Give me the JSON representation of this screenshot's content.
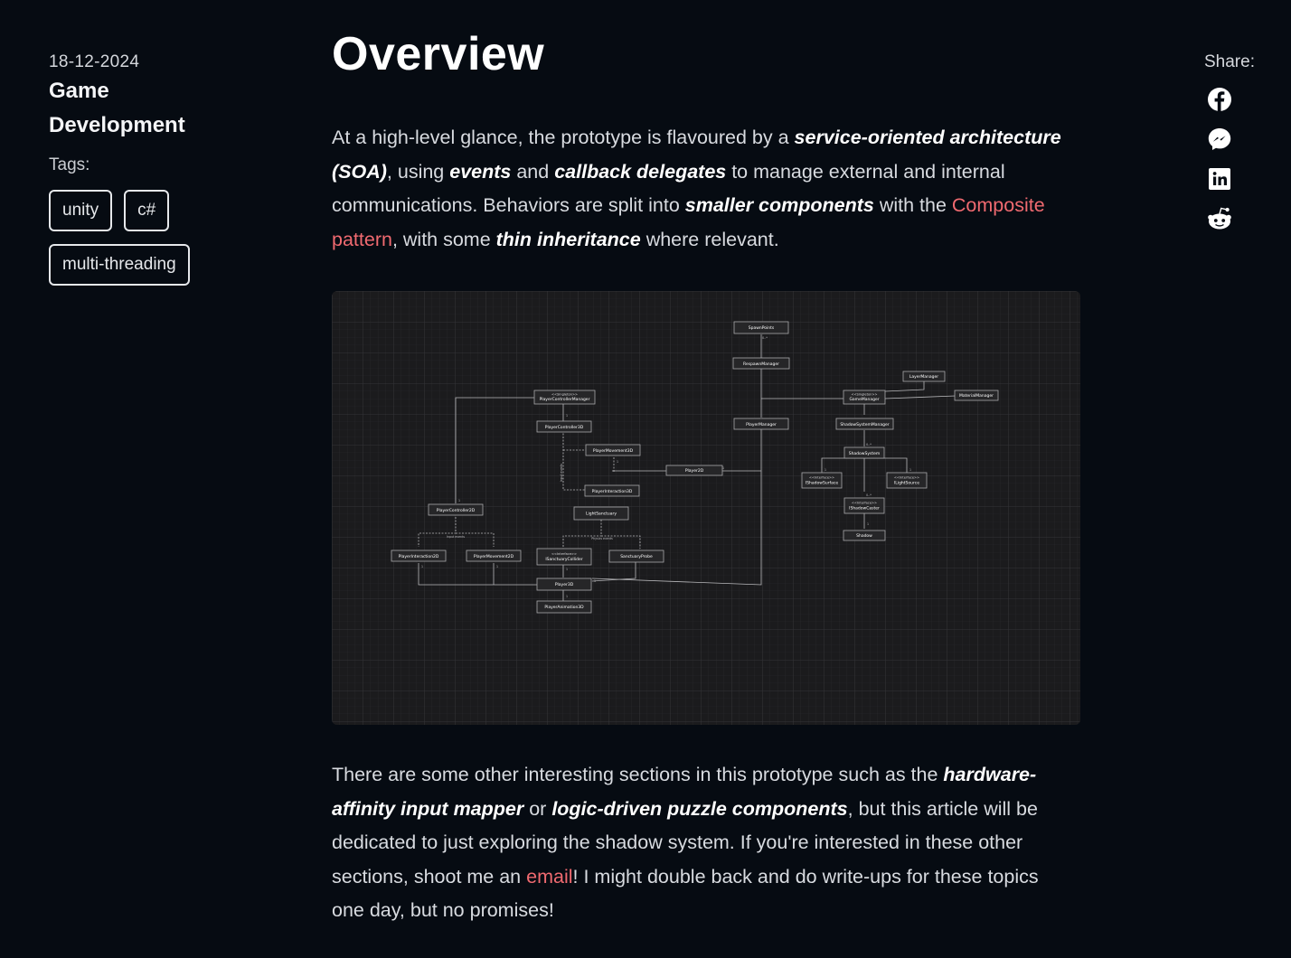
{
  "sidebar": {
    "date": "18-12-2024",
    "category": "Game Development",
    "tags_label": "Tags:",
    "tags": [
      "unity",
      "c#",
      "multi-threading"
    ]
  },
  "article": {
    "title": "Overview",
    "p1": {
      "s1": "At a high-level glance, the prototype is flavoured by a ",
      "e1": "service-oriented architecture (SOA)",
      "s2": ", using ",
      "e2": "events",
      "s3": " and ",
      "e3": "callback delegates",
      "s4": " to manage external and internal communications. Behaviors are split into ",
      "e4": "smaller components",
      "s5": " with the ",
      "link": "Composite pattern",
      "s6": ", with some ",
      "e5": "thin inheritance",
      "s7": " where relevant."
    },
    "p2": {
      "s1": "There are some other interesting sections in this prototype such as the ",
      "e1": "hardware-affinity input mapper",
      "s2": " or ",
      "e2": "logic-driven puzzle components",
      "s3": ", but this article will be dedicated to just exploring the shadow system. If you're interested in these other sections, shoot me an ",
      "link": "email",
      "s4": "! I might double back and do write-ups for these topics one day, but no promises!"
    }
  },
  "diagram": {
    "classes": {
      "spawn_points": "SpawnPoints",
      "respawn_manager": "RespawnManager",
      "layer_manager": "LayerManager",
      "game_manager_st": "<<Singleton>>",
      "game_manager": "GameManager",
      "material_manager": "MaterialManager",
      "pcm_st": "<<Singleton>>",
      "pcm": "PlayerControllerManager",
      "player_controller_3d": "PlayerController3D",
      "player_manager": "PlayerManager",
      "shadow_system_manager": "ShadowSystemManager",
      "player_movement_3d": "PlayerMovement3D",
      "shadow_system": "ShadowSystem",
      "player_2d": "Player2D",
      "shadow_surface_st": "<<Interface>>",
      "shadow_surface": "IShadowSurface",
      "light_source_st": "<<Interface>>",
      "light_source": "ILightSource",
      "player_interaction_3d": "PlayerInteraction3D",
      "shadow_caster_st": "<<Interface>>",
      "shadow_caster": "IShadowCaster",
      "player_controller_2d": "PlayerController2D",
      "light_sanctuary": "LightSanctuary",
      "shadow": "Shadow",
      "player_interaction_2d": "PlayerInteraction2D",
      "player_movement_2d": "PlayerMovement2D",
      "sanctuary_collider_st": "<<Interface>>",
      "sanctuary_collider": "ISanctuaryCollider",
      "sanctuary_probe": "SanctuaryProbe",
      "player_3d": "Player3D",
      "player_animation_3d": "PlayerAnimation3D"
    },
    "labels": {
      "input_events_v": "Input events",
      "input_events": "Input events",
      "physics_events": "Physics events",
      "mult_a": "0..*",
      "mult_b": "0..*",
      "mult_c": "0..*",
      "one": "1"
    }
  },
  "share": {
    "label": "Share:",
    "icons": [
      "facebook-icon",
      "messenger-icon",
      "linkedin-icon",
      "reddit-icon"
    ]
  },
  "colors": {
    "background": "#060b12",
    "link": "#f06a70",
    "text": "#d8dbe0",
    "heading": "#ffffff",
    "diagram_bg": "#1b1b1d"
  }
}
